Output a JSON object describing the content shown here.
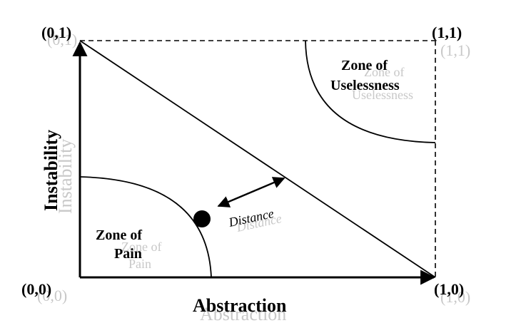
{
  "diagram": {
    "corners": {
      "origin": "(0,0)",
      "top_left": "(0,1)",
      "top_right": "(1,1)",
      "bottom_right": "(1,0)"
    },
    "axes": {
      "x_label": "Abstraction",
      "y_label": "Instability"
    },
    "zones": {
      "pain_line1": "Zone of",
      "pain_line2": "Pain",
      "uselessness_line1": "Zone of",
      "uselessness_line2": "Uselessness"
    },
    "distance_label": "Distance",
    "colors": {
      "ink": "#000000",
      "shadow": "#c8c8c8"
    }
  }
}
